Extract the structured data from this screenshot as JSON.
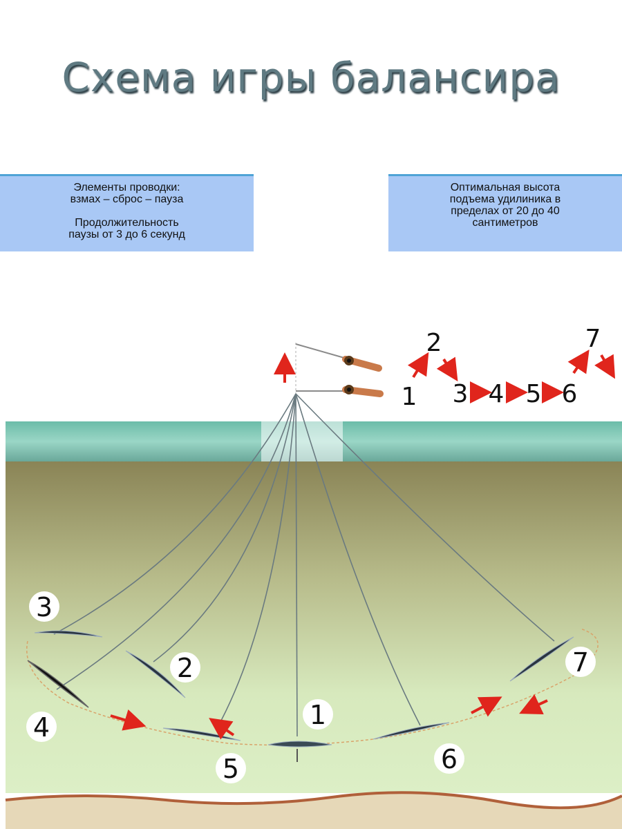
{
  "title": "Схема игры балансира",
  "box_left": {
    "line1": "Элементы проводки:",
    "line2": "взмах – сброс – пауза",
    "line3": "Продолжительность",
    "line4": "паузы от 3 до 6 секунд"
  },
  "box_right": {
    "line1": "Оптимальная высота",
    "line2": "подъема удилиника в",
    "line3": "пределах от 20 до 40",
    "line4": "сантиметров"
  },
  "sequence": [
    "1",
    "2",
    "3",
    "4",
    "5",
    "6",
    "7"
  ],
  "positions": [
    "1",
    "2",
    "3",
    "4",
    "5",
    "6",
    "7"
  ],
  "colors": {
    "ice": "#7cc6b4",
    "water_top": "#8f8a60",
    "water_bottom": "#d9ecc2",
    "arrow": "#e0251c",
    "line": "#6a7a80",
    "bottom": "#c8956a"
  }
}
